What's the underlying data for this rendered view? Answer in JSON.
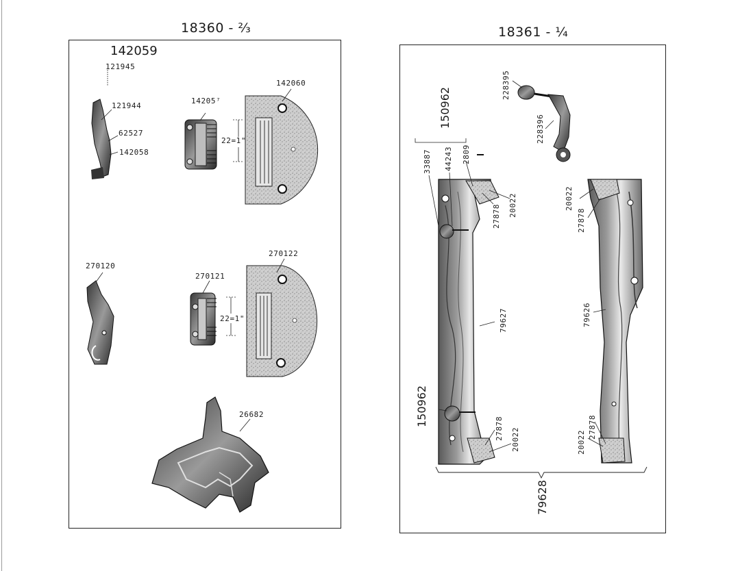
{
  "headers": {
    "left": "18360 - ⅔",
    "right": "18361 - ¼"
  },
  "left_panel": {
    "title": "142059",
    "parts": {
      "p121945": "121945",
      "p121944": "121944",
      "p62527": "62527",
      "p142058": "142058",
      "p142057": "14205⁷",
      "p142060": "142060",
      "dim1": "22=1\"",
      "p270120": "270120",
      "p270121": "270121",
      "p270122": "270122",
      "dim2": "22=1\"",
      "p26682": "26682"
    }
  },
  "right_panel": {
    "parts": {
      "p228395": "228395",
      "p228396": "228396",
      "p150962_top": "150962",
      "p33887": "33887",
      "p44243": "44243",
      "p2809": "2809",
      "p27878_a": "27878",
      "p20022_a": "20022",
      "p20022_b": "20022",
      "p27878_b": "27878",
      "p79627": "79627",
      "p79626": "79626",
      "p150962_bottom": "150962",
      "p27878_c": "27878",
      "p20022_c": "20022",
      "p20022_d": "20022",
      "p27878_d": "27878",
      "p79628": "79628"
    }
  }
}
